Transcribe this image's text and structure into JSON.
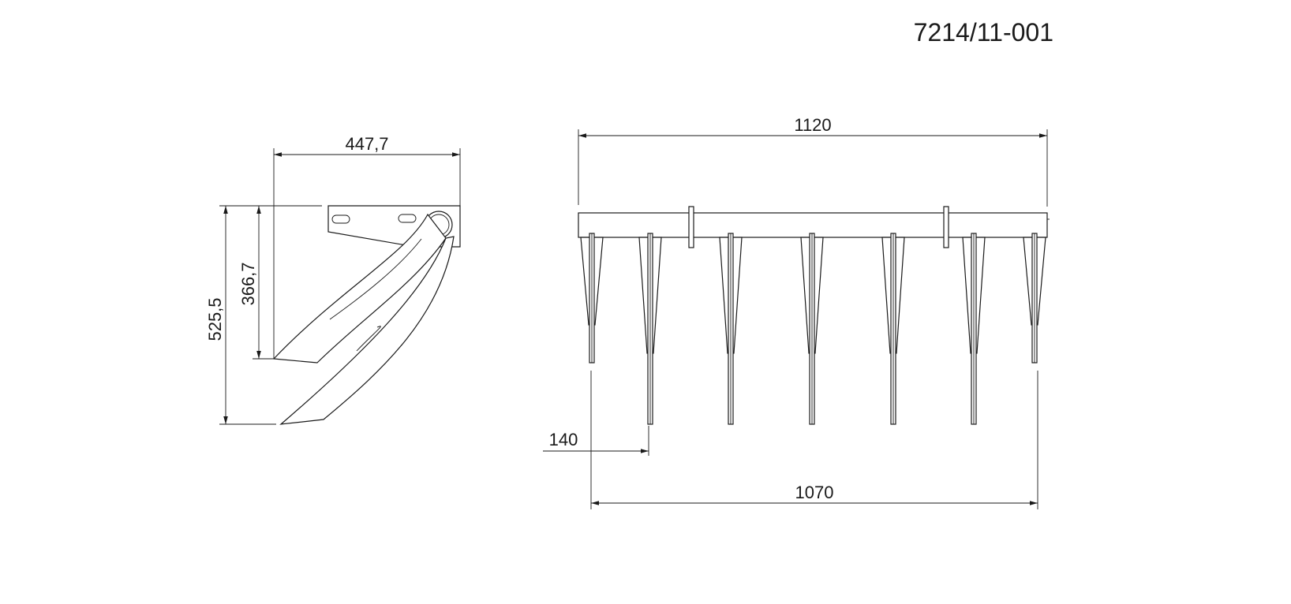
{
  "drawing_number": "7214/11-001",
  "dimensions": {
    "side_width": "447,7",
    "side_height_total": "525,5",
    "side_height_upper": "366,7",
    "front_width_total": "1120",
    "front_width_tines": "1070",
    "tine_spacing": "140"
  },
  "colors": {
    "line": "#1a1a1a",
    "background": "#ffffff"
  }
}
